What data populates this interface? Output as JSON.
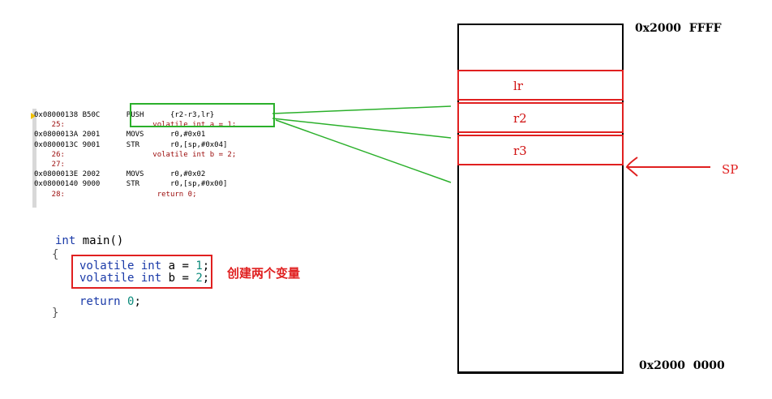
{
  "disassembly": [
    {
      "text": "0x08000138 B50C      PUSH      {r2-r3,lr}",
      "type": "asm"
    },
    {
      "text": "    25:                    volatile int a = 1;",
      "type": "src"
    },
    {
      "text": "0x0800013A 2001      MOVS      r0,#0x01",
      "type": "asm"
    },
    {
      "text": "0x0800013C 9001      STR       r0,[sp,#0x04]",
      "type": "asm"
    },
    {
      "text": "    26:                    volatile int b = 2;",
      "type": "src"
    },
    {
      "text": "    27:",
      "type": "src"
    },
    {
      "text": "0x0800013E 2002      MOVS      r0,#0x02",
      "type": "asm"
    },
    {
      "text": "0x08000140 9000      STR       r0,[sp,#0x00]",
      "type": "asm"
    },
    {
      "text": "    28:                     return 0;",
      "type": "src"
    }
  ],
  "source": {
    "sig_kw": "int",
    "sig_rest": " main()",
    "open_brace": "{",
    "line_a_kw": "volatile int",
    "line_a_rest": " a = ",
    "line_a_num": "1",
    "line_a_end": ";",
    "line_b_kw": "volatile int",
    "line_b_rest": " b = ",
    "line_b_num": "2",
    "line_b_end": ";",
    "ret_kw": "return",
    "ret_num": "0",
    "ret_end": ";",
    "close_brace": "}"
  },
  "annotation": "创建两个变量",
  "stack": {
    "top_address": "0x2000  FFFF",
    "bottom_address": "0x2000  0000",
    "slots": [
      "lr",
      "r2",
      "r3"
    ],
    "sp_label": "SP"
  },
  "colors": {
    "highlight_red": "#e02020",
    "highlight_green": "#2bb02b"
  }
}
